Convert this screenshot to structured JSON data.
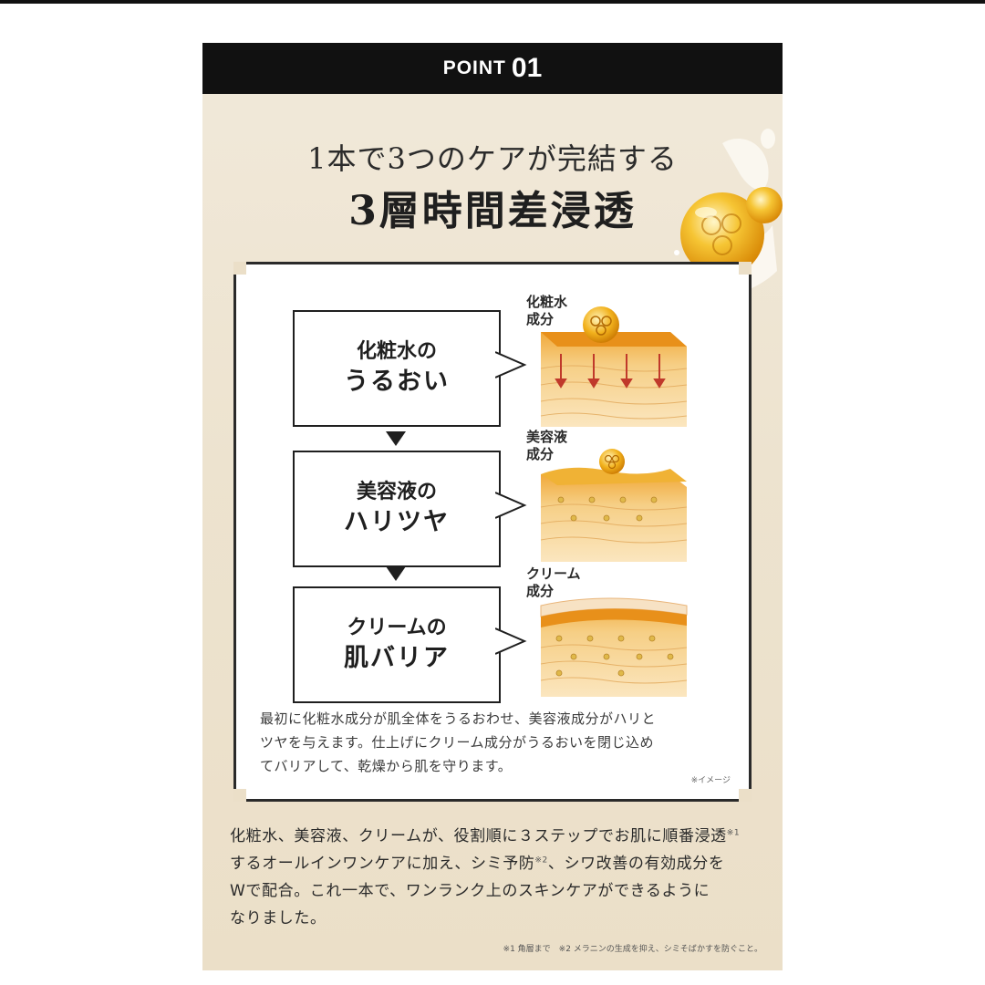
{
  "header": {
    "point_word": "POINT",
    "point_number": "01"
  },
  "headline": {
    "line1": "1本で3つのケアが完結する",
    "line2": "3層時間差浸透"
  },
  "steps": [
    {
      "box_line1": "化粧水の",
      "box_line2": "うるおい",
      "label_line1": "化粧水",
      "label_line2": "成分"
    },
    {
      "box_line1": "美容液の",
      "box_line2": "ハリツヤ",
      "label_line1": "美容液",
      "label_line2": "成分"
    },
    {
      "box_line1": "クリームの",
      "box_line2": "肌バリア",
      "label_line1": "クリーム",
      "label_line2": "成分"
    }
  ],
  "diagram": {
    "description_lines": [
      "最初に化粧水成分が肌全体をうるおわせ、美容液成分がハリと",
      "ツヤを与えます。仕上げにクリーム成分がうるおいを閉じ込め",
      "てバリアして、乾燥から肌を守ります。"
    ],
    "image_note": "※イメージ"
  },
  "body": {
    "line1": "化粧水、美容液、クリームが、役割順に３ステップでお肌に順番浸透",
    "line1_sup": "※1",
    "line2a": "するオールインワンケアに加え、シミ予防",
    "line2_sup": "※2",
    "line2b": "、シワ改善の有効成分を",
    "line3": "Wで配合。これ一本で、ワンランク上のスキンケアができるように",
    "line4": "なりました。"
  },
  "footnote": "※1 角層まで　※2 メラニンの生成を抑え、シミそばかすを防ぐこと。",
  "colors": {
    "gold": "#e9a51e",
    "skin_light": "#f8dca6",
    "skin_band": "#e39a3a",
    "arrow_red": "#c0392b"
  }
}
